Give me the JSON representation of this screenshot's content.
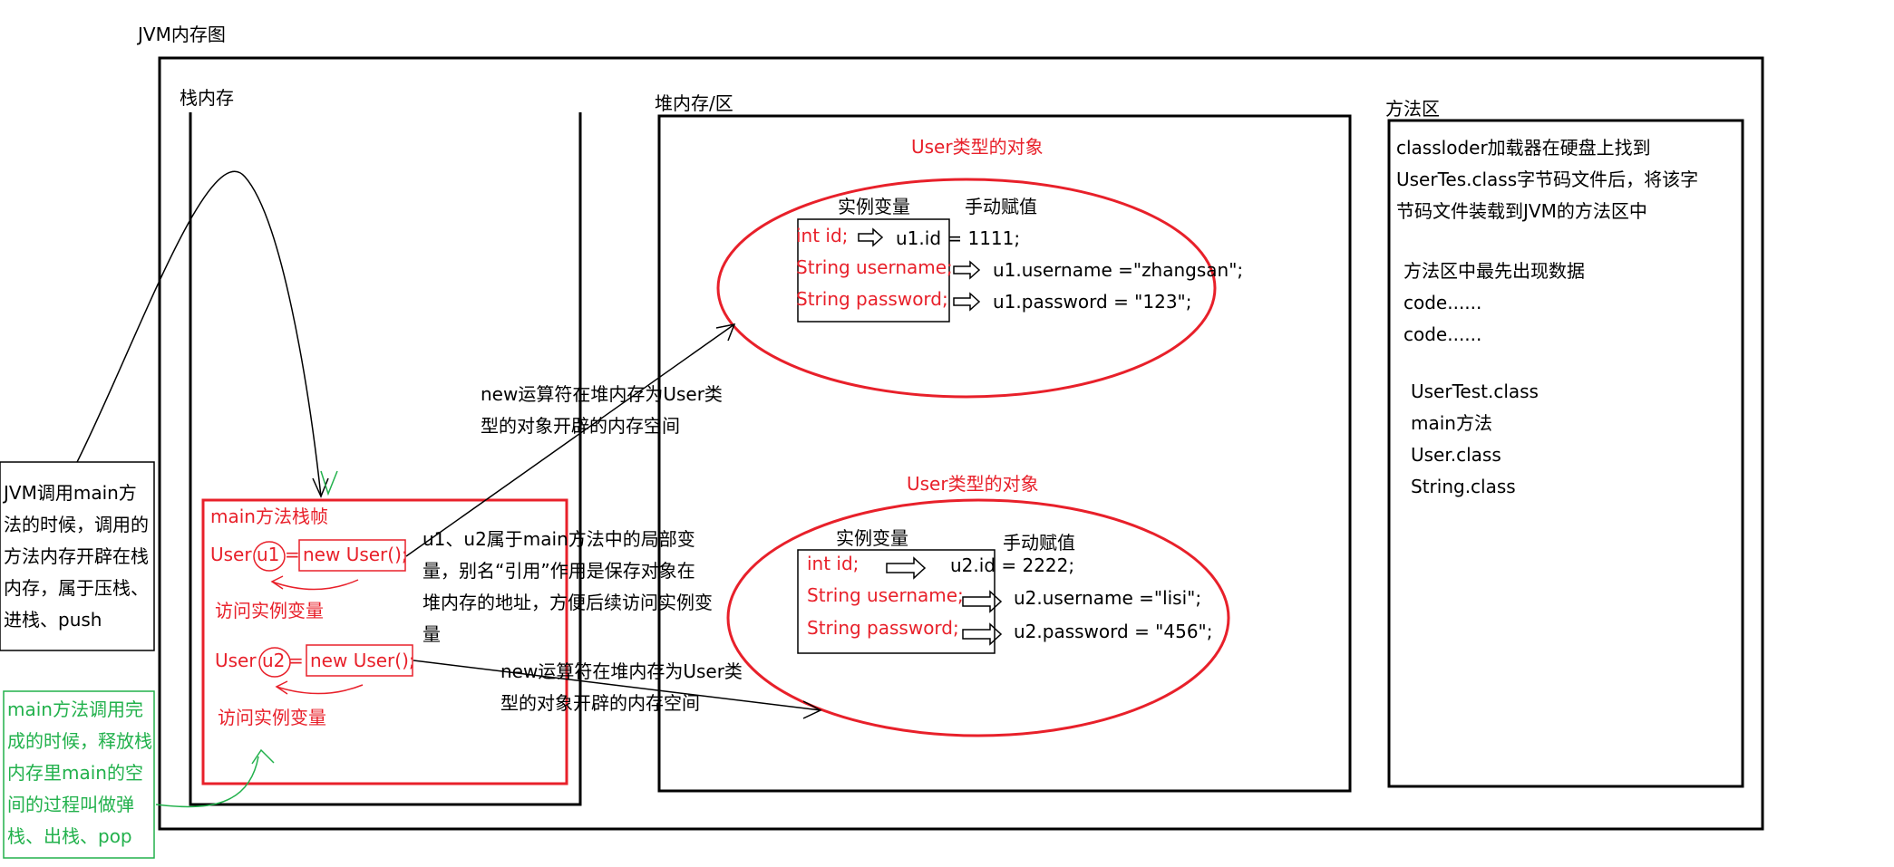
{
  "title": "JVM内存图",
  "stack": {
    "label": "栈内存",
    "frame_label": "main方法栈帧",
    "u1_type": "User",
    "u1_var": "u1",
    "u1_eq": "=",
    "u1_new": "new User();",
    "access1": "访问实例变量",
    "u2_type": "User",
    "u2_var": "u2",
    "u2_eq": "=",
    "u2_new": "new User();",
    "access2": "访问实例变量"
  },
  "heap": {
    "label": "堆内存/区",
    "obj1": {
      "title": "User类型的对象",
      "fields_label": "实例变量",
      "assign_label": "手动赋值",
      "fields": [
        "int id;",
        "String username;",
        "String password;"
      ],
      "values": [
        "u1.id = 1111;",
        "u1.username =\"zhangsan\";",
        "u1.password = \"123\";"
      ]
    },
    "obj2": {
      "title": "User类型的对象",
      "fields_label": "实例变量",
      "assign_label": "手动赋值",
      "fields": [
        "int id;",
        "String username;",
        "String password;"
      ],
      "values": [
        "u2.id = 2222;",
        "u2.username =\"lisi\";",
        "u2.password = \"456\";"
      ]
    }
  },
  "method_area": {
    "label": "方法区",
    "desc_lines": [
      "classloder加载器在硬盘上找到",
      "UserTes.class字节码文件后，将该字",
      "节码文件装载到JVM的方法区中"
    ],
    "first_data": "方法区中最先出现数据",
    "code_lines": [
      "code......",
      "code......"
    ],
    "class_list": [
      "UserTest.class",
      "main方法",
      "User.class",
      "String.class"
    ]
  },
  "notes": {
    "new_op_1": [
      "new运算符在堆内存为User类",
      "型的对象开辟的内存空间"
    ],
    "new_op_2": [
      "new运算符在堆内存为User类",
      "型的对象开辟的内存空间"
    ],
    "local_vars": [
      "u1、u2属于main方法中的局部变",
      "量，别名“引用”作用是保存对象在",
      "堆内存的地址，方便后续访问实例变",
      "量"
    ],
    "push_note": [
      "JVM调用main方",
      "法的时候，调用的",
      "方法内存开辟在栈",
      "内存，属于压栈、",
      "进栈、push"
    ],
    "pop_note": [
      "main方法调用完",
      "成的时候，释放栈",
      "内存里main的空",
      "间的过程叫做弹",
      "栈、出栈、pop"
    ]
  }
}
